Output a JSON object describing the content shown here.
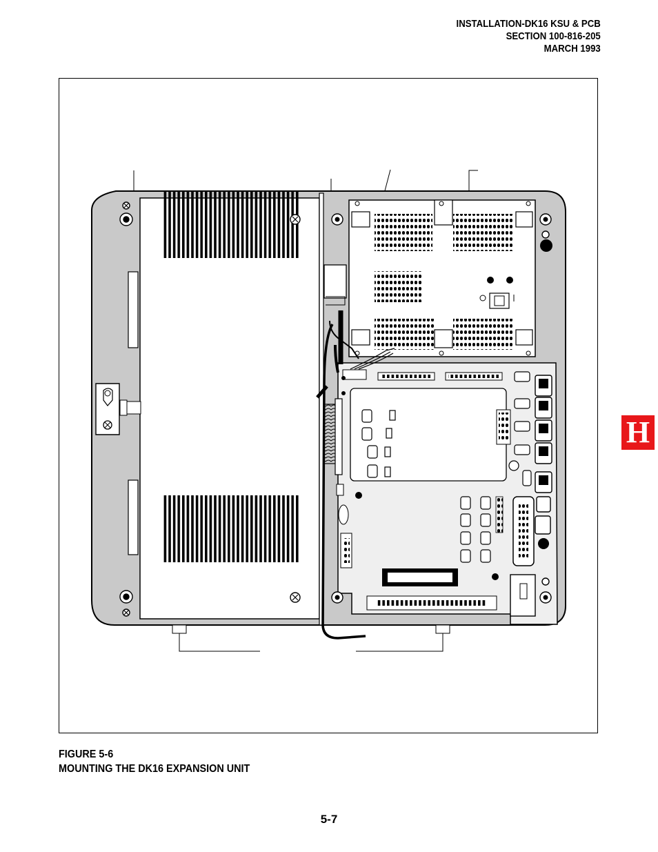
{
  "header": {
    "line1": "INSTALLATION-DK16 KSU & PCB",
    "line2": "SECTION 100-816-205",
    "line3": "MARCH 1993"
  },
  "figure": {
    "number": "FIGURE 5-6",
    "title": "MOUNTING THE DK16 EXPANSION UNIT"
  },
  "page_number": "5-7",
  "section_tab": "H",
  "colors": {
    "tab": "#e8171a",
    "panel_gray": "#c9c9c9",
    "board": "#efefef"
  }
}
